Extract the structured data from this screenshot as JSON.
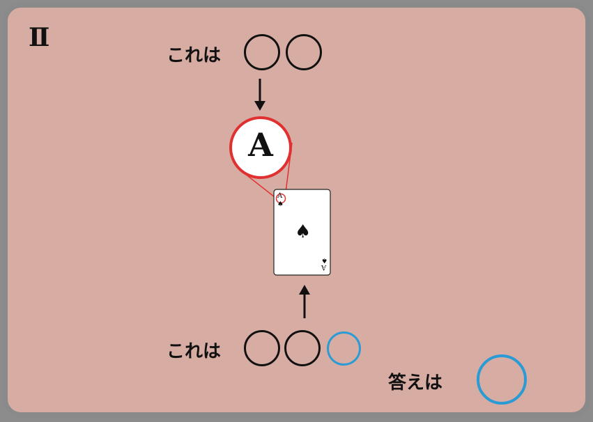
{
  "panel": {
    "numeral": "Ⅱ"
  },
  "top_row": {
    "label": "これは",
    "circles": 2
  },
  "magnifier": {
    "letter": "A",
    "ring_color": "#e03030"
  },
  "card": {
    "rank_top": "A",
    "rank_bottom": "A",
    "suit": "spade",
    "center_suit_glyph": "♠",
    "corner_suit_glyph": "♠"
  },
  "bottom_row": {
    "label": "これは",
    "circles_black": 2,
    "circles_blue": 1
  },
  "answer": {
    "label": "答えは"
  },
  "colors": {
    "background": "#d7aca3",
    "frame": "#8a8a8a",
    "blue_circle": "#2a9bd4",
    "red_highlight": "#e03030"
  }
}
